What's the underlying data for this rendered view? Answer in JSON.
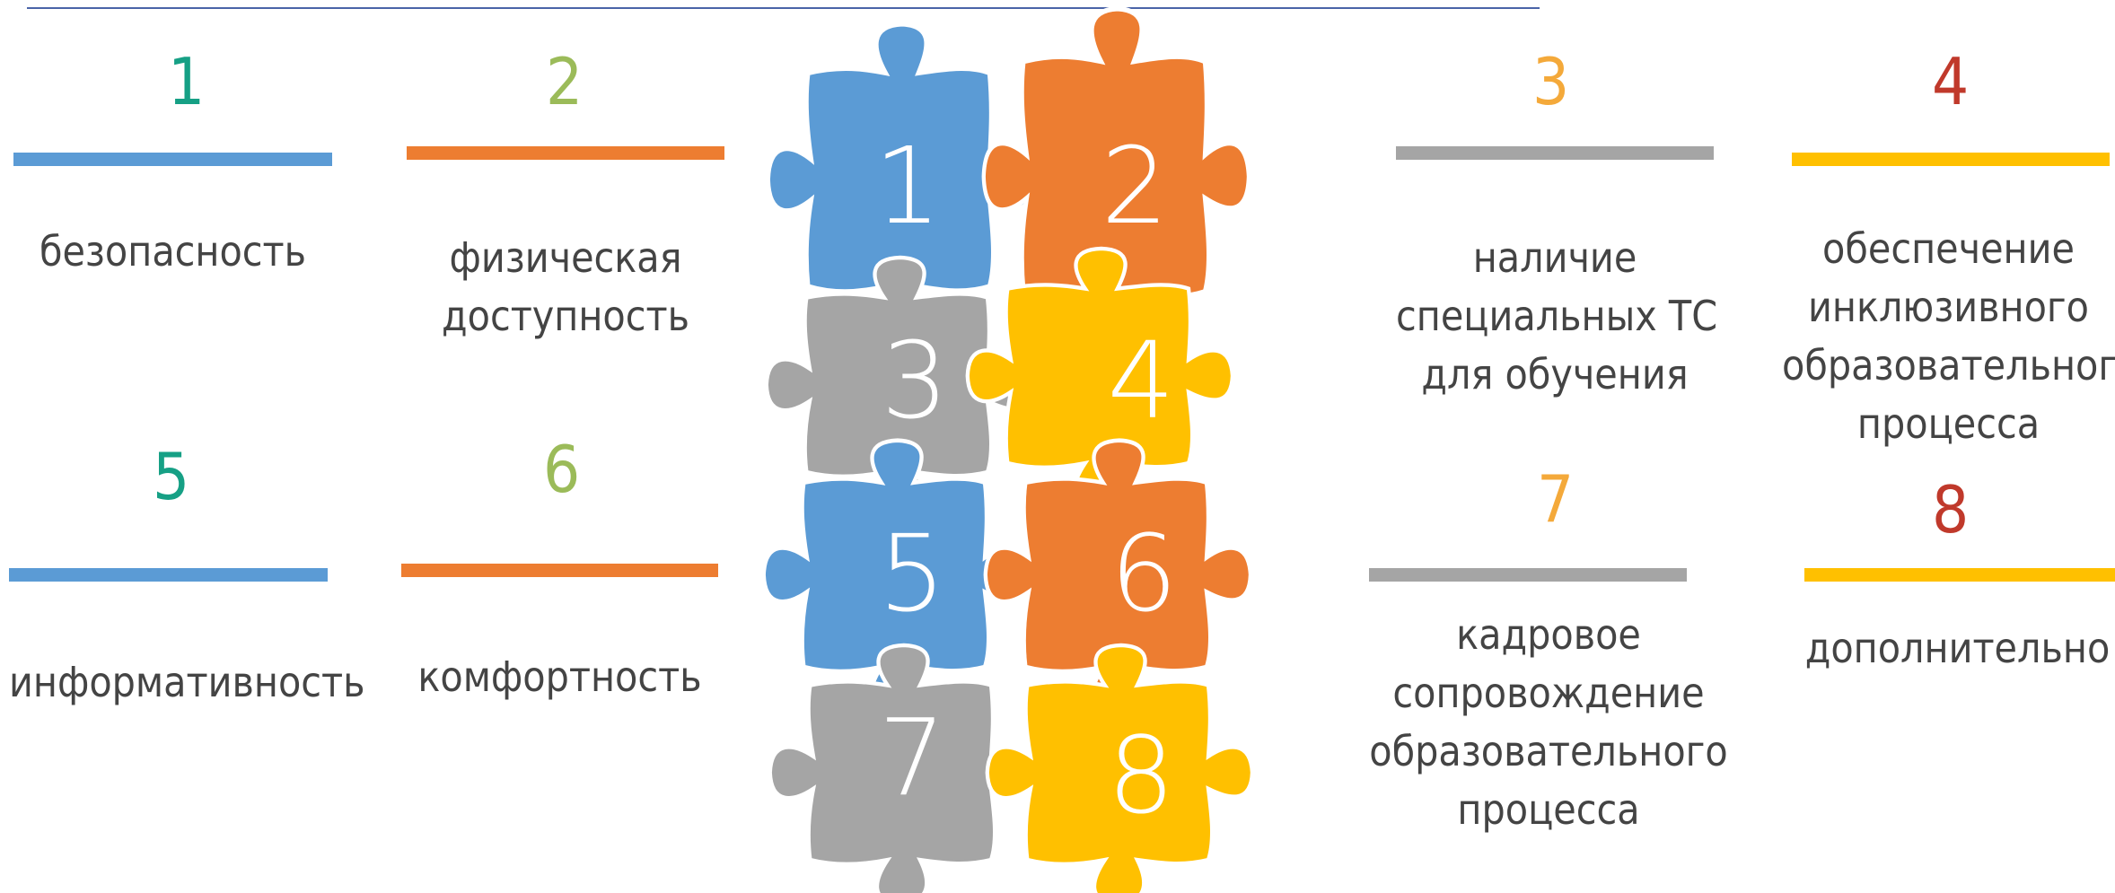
{
  "items": [
    {
      "number": "1",
      "label_lines": [
        "безопасность"
      ],
      "number_color": "#16a085",
      "bar_color": "#5b9bd5"
    },
    {
      "number": "2",
      "label_lines": [
        "физическая",
        "доступность"
      ],
      "number_color": "#9bbb59",
      "bar_color": "#ed7d31"
    },
    {
      "number": "3",
      "label_lines": [
        "наличие",
        "специальных ТС",
        "для обучения"
      ],
      "number_color": "#f4a93a",
      "bar_color": "#a5a5a5"
    },
    {
      "number": "4",
      "label_lines": [
        "обеспечение",
        "инклюзивного",
        "образовательного",
        "процесса"
      ],
      "number_color": "#c0392b",
      "bar_color": "#ffc000"
    },
    {
      "number": "5",
      "label_lines": [
        "информативность"
      ],
      "number_color": "#16a085",
      "bar_color": "#5b9bd5"
    },
    {
      "number": "6",
      "label_lines": [
        "комфортность"
      ],
      "number_color": "#9bbb59",
      "bar_color": "#ed7d31"
    },
    {
      "number": "7",
      "label_lines": [
        "кадровое",
        "сопровождение",
        "образовательного",
        "процесса"
      ],
      "number_color": "#f4a93a",
      "bar_color": "#a5a5a5"
    },
    {
      "number": "8",
      "label_lines": [
        "дополнительно"
      ],
      "number_color": "#c0392b",
      "bar_color": "#ffc000"
    }
  ],
  "puzzle_pieces": [
    {
      "number": "1",
      "color": "#5b9bd5"
    },
    {
      "number": "2",
      "color": "#ed7d31"
    },
    {
      "number": "3",
      "color": "#a5a5a5"
    },
    {
      "number": "4",
      "color": "#ffc000"
    },
    {
      "number": "5",
      "color": "#5b9bd5"
    },
    {
      "number": "6",
      "color": "#ed7d31"
    },
    {
      "number": "7",
      "color": "#a5a5a5"
    },
    {
      "number": "8",
      "color": "#ffc000"
    }
  ]
}
